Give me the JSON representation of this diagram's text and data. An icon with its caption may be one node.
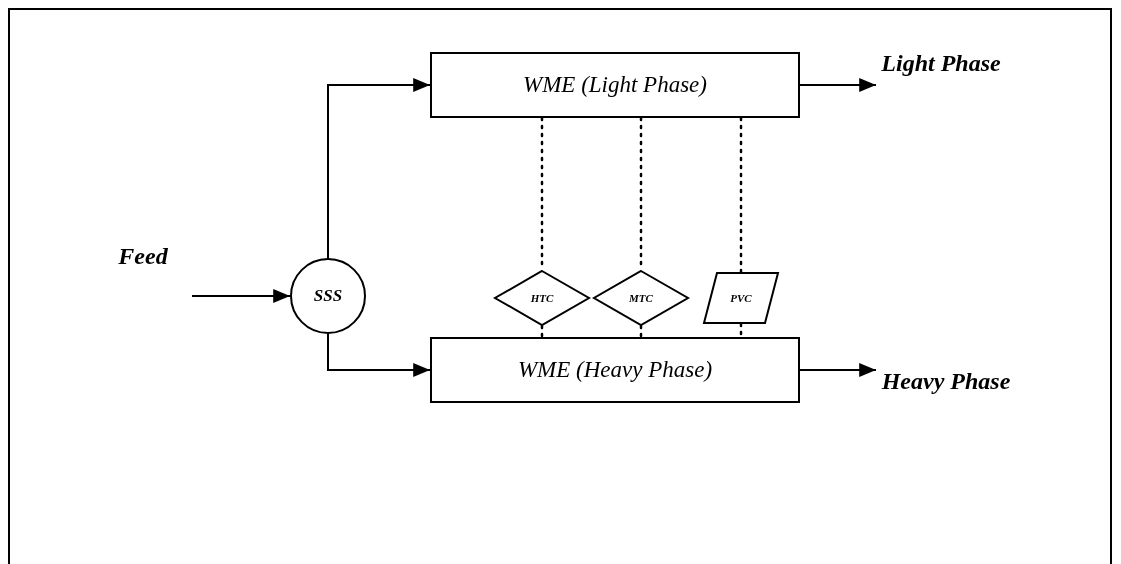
{
  "diagram": {
    "nodes": [
      {
        "text": [
          "Feed"
        ]
      },
      {
        "text": [
          "SSS"
        ]
      },
      {
        "text": [
          "WME (Light Phase)"
        ]
      },
      {
        "text": [
          "WME (Heavy Phase)"
        ]
      },
      {
        "text": [
          "Light Phase"
        ]
      },
      {
        "text": [
          "Heavy Phase"
        ]
      },
      {
        "text": [
          "HTC"
        ]
      },
      {
        "text": [
          "MTC"
        ]
      },
      {
        "text": [
          "PVC"
        ]
      }
    ],
    "edges": [
      {
        "from": 0,
        "to": 1,
        "arrow": "to"
      },
      {
        "from": 1,
        "to": 2,
        "arrow": "to"
      },
      {
        "from": 1,
        "to": 3,
        "arrow": "to"
      },
      {
        "from": 2,
        "to": 4,
        "arrow": "to"
      },
      {
        "from": 3,
        "to": 5,
        "arrow": "to"
      },
      {
        "from": 2,
        "to": 6,
        "arrow": "none",
        "style": "dashed"
      },
      {
        "from": 6,
        "to": 3,
        "arrow": "none",
        "style": "dashed"
      },
      {
        "from": 2,
        "to": 7,
        "arrow": "none",
        "style": "dashed"
      },
      {
        "from": 7,
        "to": 3,
        "arrow": "none",
        "style": "dashed"
      },
      {
        "from": 2,
        "to": 8,
        "arrow": "none",
        "style": "dashed"
      },
      {
        "from": 8,
        "to": 3,
        "arrow": "none",
        "style": "dashed"
      }
    ]
  }
}
